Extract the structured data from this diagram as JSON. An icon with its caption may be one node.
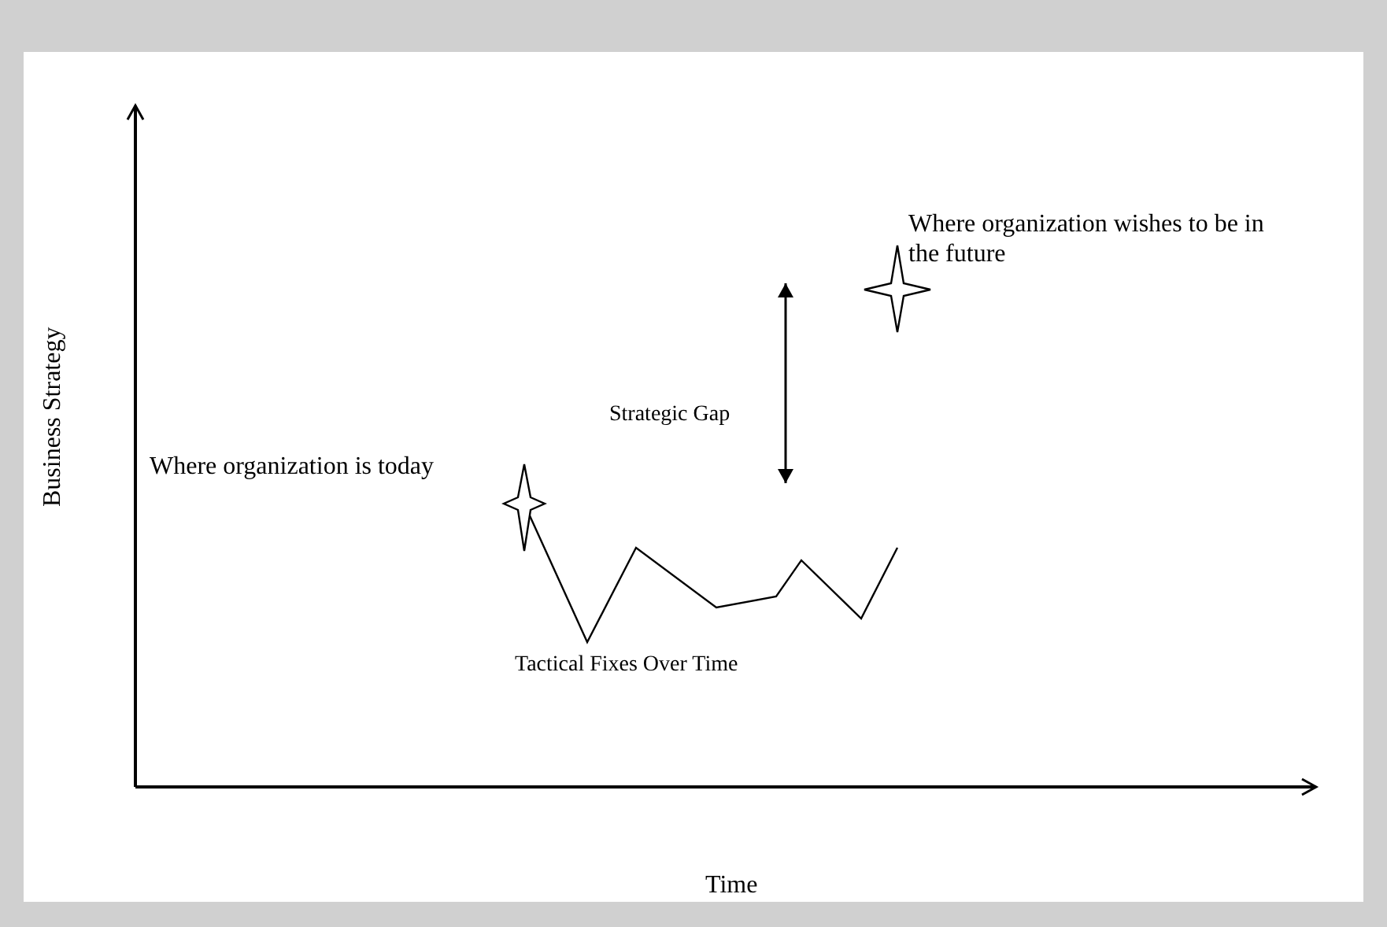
{
  "diagram": {
    "labels": [
      "Where organization wishes to be in the future",
      "Strategic Gap",
      "Business Strategy",
      "Where organization is today",
      "Tactical Fixes Over Time",
      "Time"
    ]
  }
}
